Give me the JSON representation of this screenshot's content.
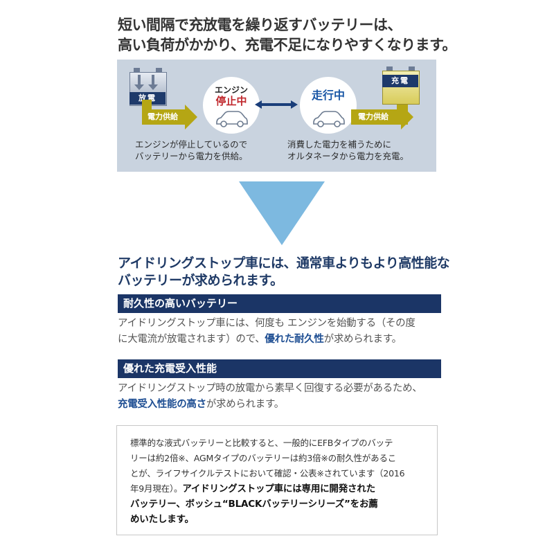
{
  "headline": {
    "line1": "短い間隔で充放電を繰り返すバッテリーは、",
    "line2": "高い負荷がかかり、充電不足になりやすくなります。"
  },
  "diagram": {
    "left_battery_label": "放電",
    "right_battery_label": "充電",
    "left_supply_label": "電力供給",
    "right_supply_label": "電力供給",
    "stop_circle_top": "エンジン",
    "stop_circle_main": "停止中",
    "run_circle_main": "走行中",
    "left_note_line1": "エンジンが停止しているので",
    "left_note_line2": "バッテリーから電力を供給。",
    "right_note_line1": "消費した電力を補うために",
    "right_note_line2": "オルタネータから電力を充電。",
    "colors": {
      "panel_bg": "#c9d3df",
      "supply_arrow": "#b5a614",
      "battery_label_bg": "#1e3a6b",
      "stop_text": "#c0282d",
      "run_text": "#1a57a6",
      "big_triangle": "#7db9e0"
    }
  },
  "subhead": {
    "line1": "アイドリングストップ車には、通常車よりもより高性能な",
    "line2": "バッテリーが求められます。"
  },
  "section1": {
    "title": "耐久性の高いバッテリー",
    "line1": "アイドリングストップ車には、何度も エンジンを始動する（その度",
    "line2_pre": "に大電流が放電されます）ので、",
    "line2_hl": "優れた耐久性",
    "line2_post": "が求められます。"
  },
  "section2": {
    "title": "優れた充電受入性能",
    "line1": "アイドリングストップ時の放電から素早く回復する必要があるため、",
    "line2_hl": "充電受入性能の高さ",
    "line2_post": "が求められます。"
  },
  "box": {
    "line1": "標準的な液式バッテリーと比較すると、一般的にEFBタイプのバッテ",
    "line2": "リーは約2倍※、AGMタイプのバッテリーは約3倍※の耐久性があるこ",
    "line3": "とが、ライフサイクルテストにおいて確認・公表※されています（2016",
    "line4_pre": "年9月現在）。",
    "line4_bold": "アイドリングストップ車には専用に開発された",
    "line5_bold": "バッテリー、ボッシュ“BLACKバッテリーシリーズ”をお薦",
    "line6_bold": "めいたします。"
  },
  "colors": {
    "section_bar": "#1b3566",
    "highlight_text": "#1f4f93",
    "subhead_text": "#1f3a66"
  }
}
